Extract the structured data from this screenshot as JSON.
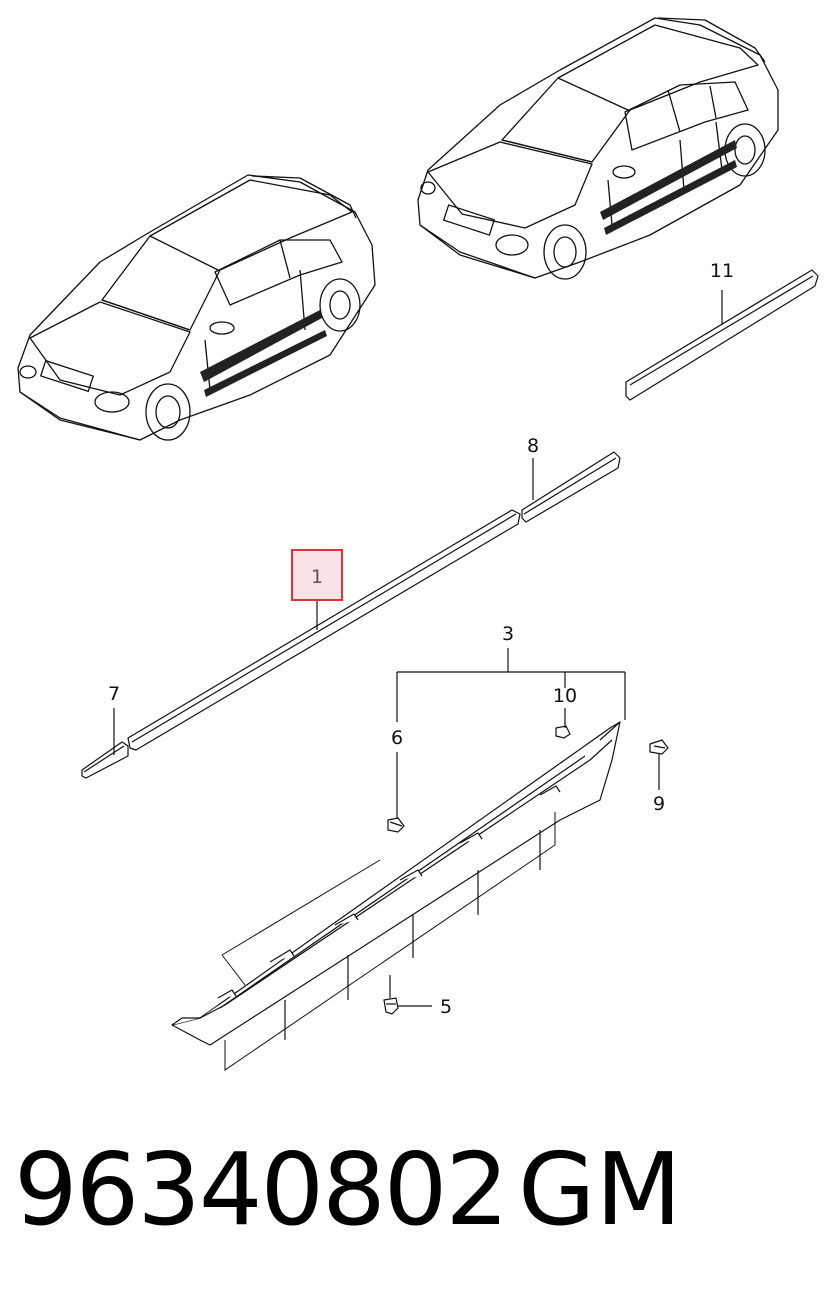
{
  "callouts": {
    "c1": "1",
    "c3": "3",
    "c5": "5",
    "c6": "6",
    "c7": "7",
    "c8": "8",
    "c9": "9",
    "c10": "10",
    "c11": "11"
  },
  "footer": {
    "part_number": "96340802",
    "brand": "GM"
  },
  "colors": {
    "highlight_border": "#d9343a",
    "highlight_fill": "#fbe3e5"
  }
}
